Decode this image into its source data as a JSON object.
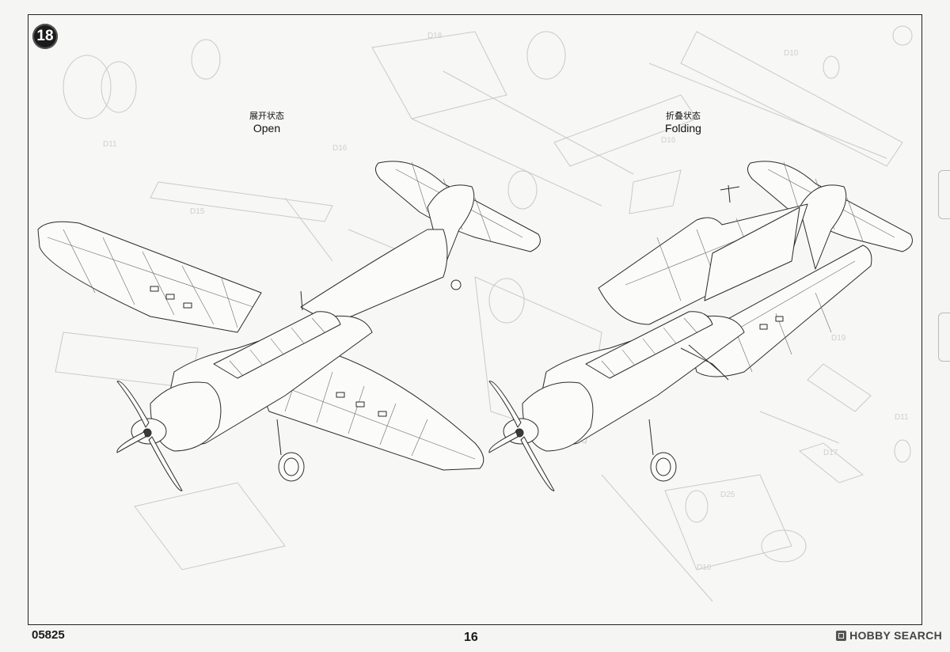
{
  "step": {
    "number": "18"
  },
  "views": {
    "open": {
      "label_cn": "展开状态",
      "label_en": "Open"
    },
    "folding": {
      "label_cn": "折叠状态",
      "label_en": "Folding"
    }
  },
  "footer": {
    "kit_code": "05825",
    "page_number": "16",
    "watermark": "HOBBY SEARCH"
  },
  "icons": {
    "step_badge": "step-number-badge-icon",
    "watermark_logo": "hobby-search-logo-icon",
    "open_plane": "aircraft-wings-open-illustration",
    "folded_plane": "aircraft-wings-folded-illustration"
  }
}
